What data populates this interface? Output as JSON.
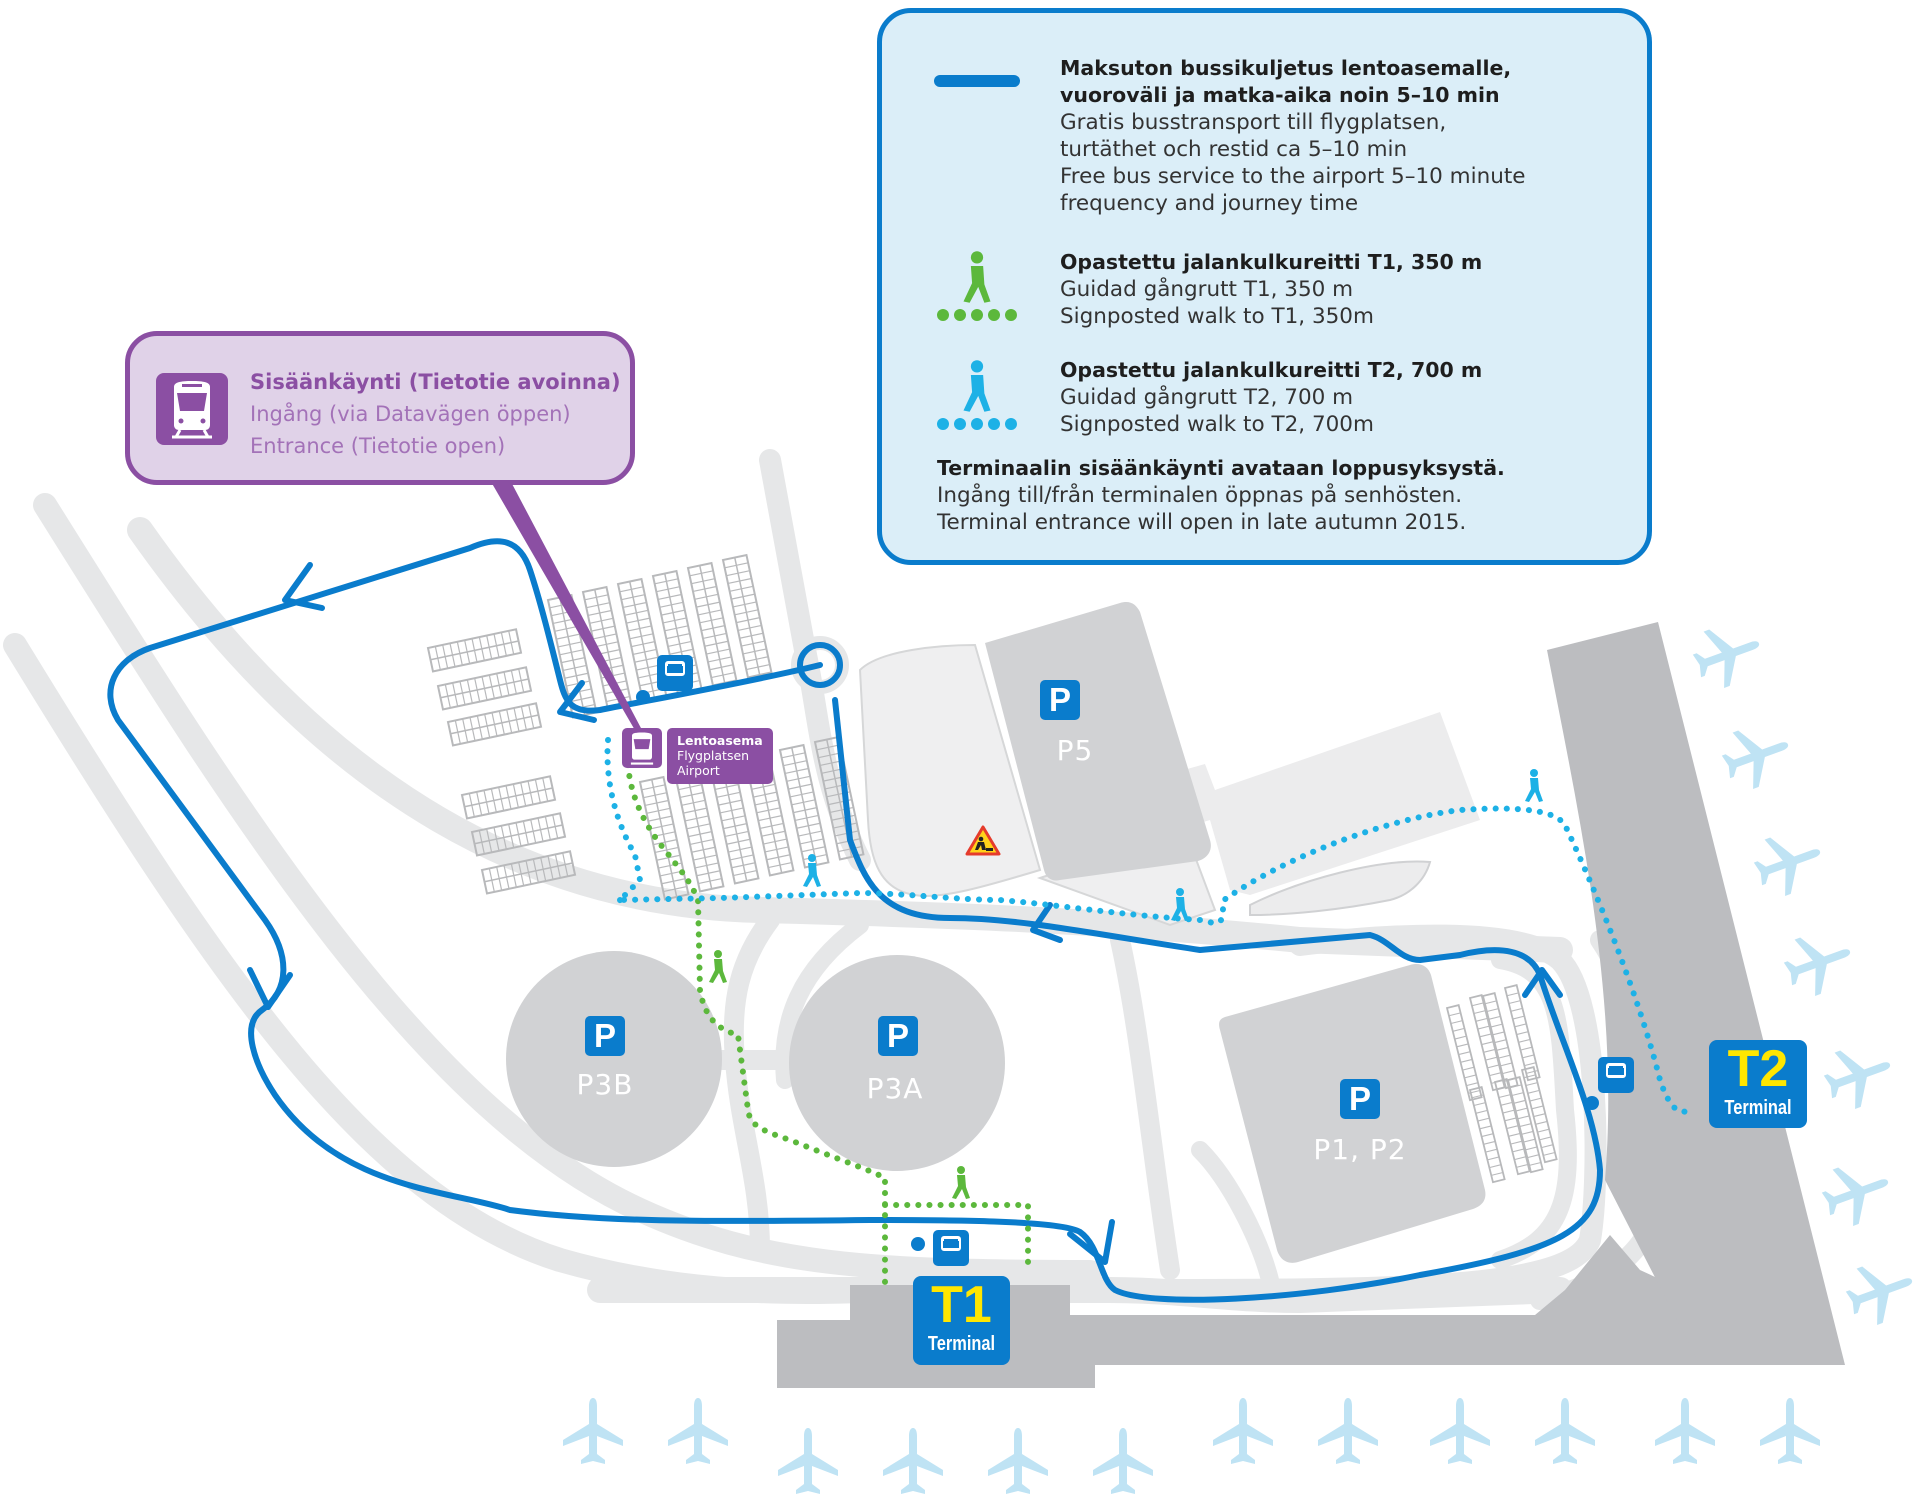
{
  "legend": {
    "bus": {
      "title_line1": "Maksuton bussikuljetus lentoasemalle,",
      "title_line2": "vuoroväli ja matka-aika noin 5–10 min",
      "sv_line1": "Gratis busstransport till flygplatsen,",
      "sv_line2": "turtäthet och restid ca 5–10 min",
      "en_line1": "Free bus service to the airport 5–10 minute",
      "en_line2": "frequency and journey time",
      "icon": "bus-route-line",
      "color": "#0a7ccc"
    },
    "walk_t1": {
      "title": "Opastettu jalankulkureitti T1, 350 m",
      "sv": "Guidad gångrutt T1, 350 m",
      "en": "Signposted walk to T1, 350m",
      "icon": "walker-icon",
      "color": "#5cb83c"
    },
    "walk_t2": {
      "title": "Opastettu jalankulkureitti T2, 700 m",
      "sv": "Guidad gångrutt T2, 700 m",
      "en": "Signposted walk to T2, 700m",
      "icon": "walker-icon",
      "color": "#1db1e6"
    },
    "note": {
      "fi": "Terminaalin sisäänkäynti avataan loppusyksystä.",
      "sv": "Ingång till/från terminalen öppnas på senhösten.",
      "en": "Terminal entrance will open in late autumn 2015."
    }
  },
  "callout": {
    "fi": "Sisäänkäynti (Tietotie avoinna)",
    "sv": "Ingång (via Datavägen öppen)",
    "en": "Entrance (Tietotie open)",
    "icon": "train-icon",
    "color": "#8b4fa3"
  },
  "station": {
    "fi": "Lentoasema",
    "sv": "Flygplatsen",
    "en": "Airport",
    "icon": "train-icon"
  },
  "parking": [
    {
      "sign": "P",
      "name": "P5"
    },
    {
      "sign": "P",
      "name": "P3B"
    },
    {
      "sign": "P",
      "name": "P3A"
    },
    {
      "sign": "P",
      "name": "P1, P2"
    }
  ],
  "terminals": {
    "t1": {
      "code": "T1",
      "word": "Terminal"
    },
    "t2": {
      "code": "T2",
      "word": "Terminal"
    }
  },
  "colors": {
    "road": "#e6e7e8",
    "building": "#bcbdc0",
    "parking_area": "#d1d2d4",
    "plane": "#bfe3f4",
    "terminal_sign_text": "#ffe600"
  },
  "icons": {
    "construction": "construction-warning-icon",
    "bus_stop": "bus-stop-icon",
    "plane": "airplane-icon"
  }
}
